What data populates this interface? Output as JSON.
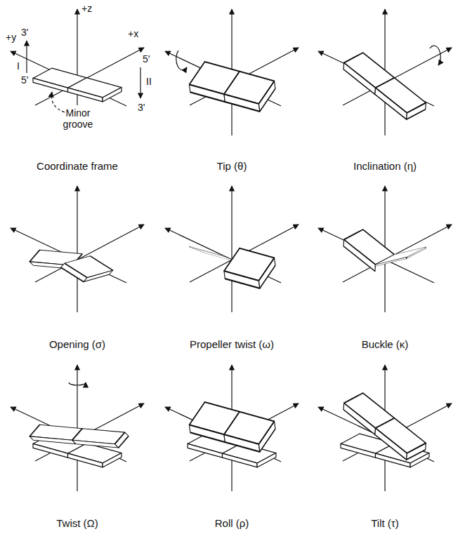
{
  "diagram": {
    "labels": [
      "+z",
      "+y",
      "+x",
      "3'",
      "I",
      "5'",
      "5'",
      "II",
      "3'",
      "Minor groove",
      "Coordinate frame",
      "Tip (θ)",
      "Inclination (η)",
      "Opening (σ)",
      "Propeller twist (ω)",
      "Buckle (κ)",
      "Twist (Ω)",
      "Roll (ρ)",
      "Tilt (τ)"
    ]
  }
}
